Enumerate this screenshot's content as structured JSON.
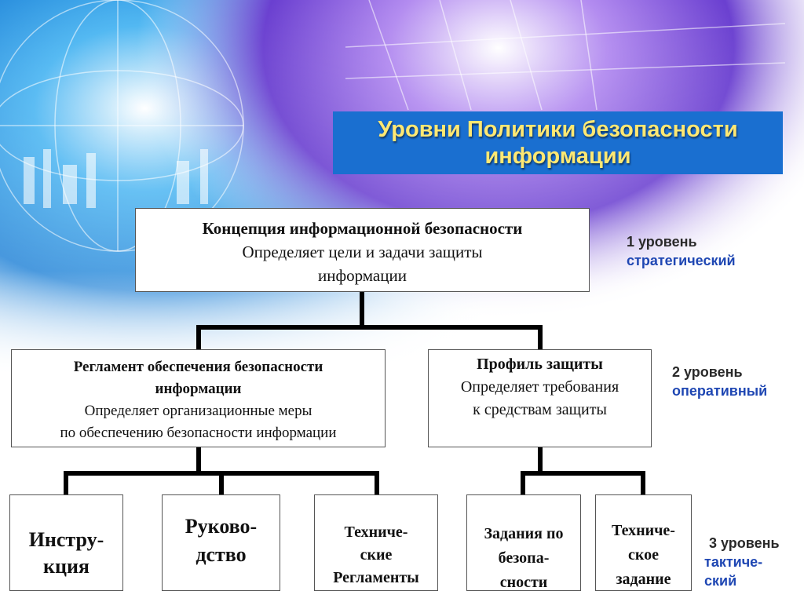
{
  "title": {
    "line1": "Уровни Политики безопасности",
    "line2": "информации"
  },
  "level1": {
    "box_bold": "Концепция информационной безопасности",
    "box_line2": "Определяет цели и задачи защиты",
    "box_line3": "информации",
    "label_num": "1 уровень",
    "label_desc": "стратегический"
  },
  "level2": {
    "left": {
      "bold1": "Регламент обеспечения безопасности",
      "bold2": "информации",
      "line3": "Определяет организационные меры",
      "line4": "по обеспечению безопасности информации"
    },
    "right": {
      "bold1": "Профиль защиты",
      "line2": "Определяет требования",
      "line3": "к средствам защиты"
    },
    "label_num": "2 уровень",
    "label_desc": "оперативный"
  },
  "level3": {
    "boxes": [
      {
        "l1": "Инстру-",
        "l2": "кция"
      },
      {
        "l1": "Руково-",
        "l2": "дство"
      },
      {
        "l1": "Техниче-",
        "l2": "ские",
        "l3": "Регламенты"
      },
      {
        "l1": "Задания по",
        "l2": "безопа-",
        "l3": "сности"
      },
      {
        "l1": "Техниче-",
        "l2": "ское",
        "l3": "задание"
      }
    ],
    "label_num": "3 уровень",
    "label_desc1": "тактиче-",
    "label_desc2": "ский"
  },
  "colors": {
    "title_bg": "#1a6fd0",
    "title_text": "#ffe873",
    "level_desc": "#1f47b3",
    "connector": "#000000"
  }
}
